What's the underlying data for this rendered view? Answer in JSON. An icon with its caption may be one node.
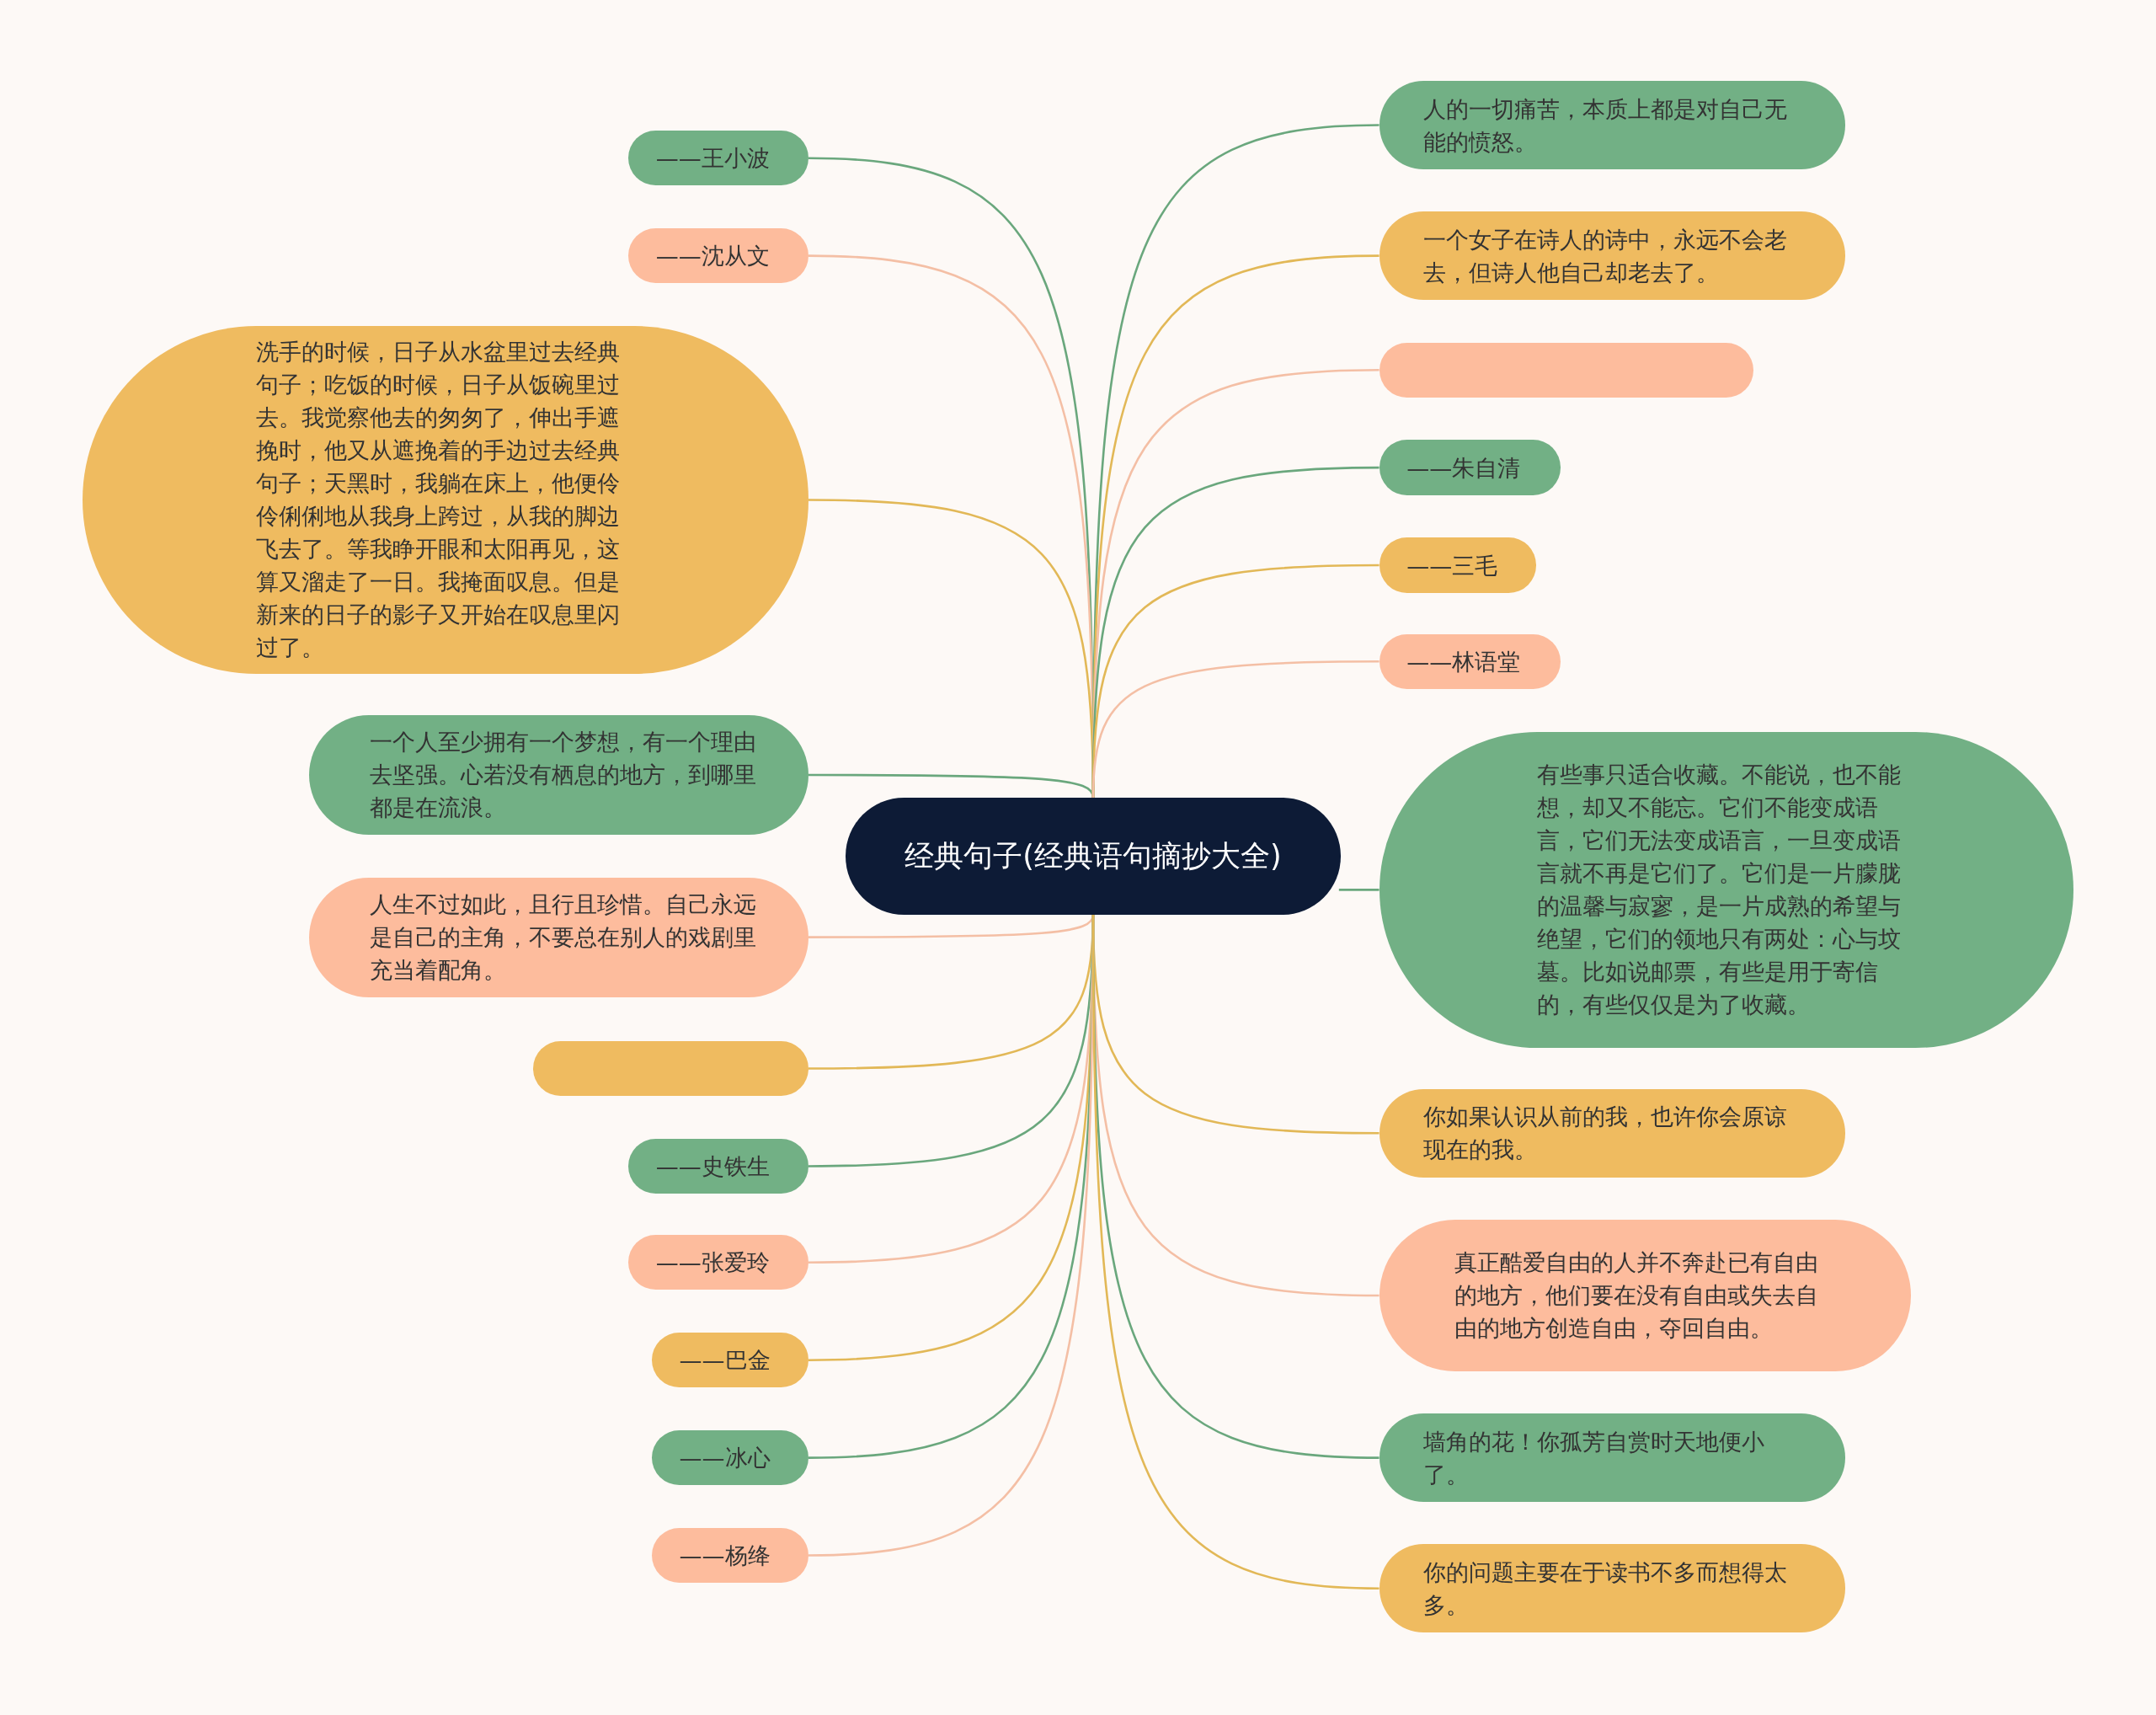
{
  "diagram": {
    "nodes": [
      {
        "text": [
          "经典句子(经典语句摘抄大全)"
        ]
      },
      {
        "text": [
          "——王小波"
        ]
      },
      {
        "text": [
          "——沈从文"
        ]
      },
      {
        "text": [
          "洗手的时候，日子从水盆里过去经典句子；吃饭的时候，日子从饭碗里过去。我觉察他去的匆匆了，伸出手遮挽时，他又从遮挽着的手边过去经典句子；天黑时，我躺在床上，他便伶伶俐俐地从我身上跨过，从我的脚边飞去了。等我睁开眼和太阳再见，这算又溜走了一日。我掩面叹息。但是新来的日子的影子又开始在叹息里闪过了。"
        ]
      },
      {
        "text": [
          "一个人至少拥有一个梦想，有一个理由去坚强。心若没有栖息的地方，到哪里都是在流浪。"
        ]
      },
      {
        "text": [
          "人生不过如此，且行且珍惜。自己永远是自己的主角，不要总在别人的戏剧里充当着配角。"
        ]
      },
      {
        "text": [],
        "shape": "box"
      },
      {
        "text": [
          "——史铁生"
        ]
      },
      {
        "text": [
          "——张爱玲"
        ]
      },
      {
        "text": [
          "——巴金"
        ]
      },
      {
        "text": [
          "——冰心"
        ]
      },
      {
        "text": [
          "——杨绛"
        ]
      },
      {
        "text": [
          "人的一切痛苦，本质上都是对自己无能的愤怒。"
        ]
      },
      {
        "text": [
          "一个女子在诗人的诗中，永远不会老去，但诗人他自己却老去了。"
        ]
      },
      {
        "text": [],
        "shape": "box"
      },
      {
        "text": [
          "——朱自清"
        ]
      },
      {
        "text": [
          "——三毛"
        ]
      },
      {
        "text": [
          "——林语堂"
        ]
      },
      {
        "text": [
          "有些事只适合收藏。不能说，也不能想，却又不能忘。它们不能变成语言，它们无法变成语言，一旦变成语言就不再是它们了。它们是一片朦胧的温馨与寂寥，是一片成熟的希望与绝望，它们的领地只有两处：心与坟墓。比如说邮票，有些是用于寄信的，有些仅仅是为了收藏。"
        ]
      },
      {
        "text": [
          "你如果认识从前的我，也许你会原谅现在的我。"
        ]
      },
      {
        "text": [
          "真正酷爱自由的人并不奔赴已有自由的地方，他们要在没有自由或失去自由的地方创造自由，夺回自由。"
        ]
      },
      {
        "text": [
          "墙角的花！你孤芳自赏时天地便小了。"
        ]
      },
      {
        "text": [
          "你的问题主要在于读书不多而想得太多。"
        ]
      }
    ],
    "edges": [
      {
        "from": 0,
        "to": 1,
        "arrow": "none",
        "color": "#6aa77d"
      },
      {
        "from": 0,
        "to": 2,
        "arrow": "none",
        "color": "#f4bfa5"
      },
      {
        "from": 0,
        "to": 3,
        "arrow": "none",
        "color": "#e2b857"
      },
      {
        "from": 0,
        "to": 4,
        "arrow": "none",
        "color": "#6aa77d"
      },
      {
        "from": 0,
        "to": 5,
        "arrow": "none",
        "color": "#f4bfa5"
      },
      {
        "from": 0,
        "to": 6,
        "arrow": "none",
        "color": "#e2b857"
      },
      {
        "from": 0,
        "to": 7,
        "arrow": "none",
        "color": "#6aa77d"
      },
      {
        "from": 0,
        "to": 8,
        "arrow": "none",
        "color": "#f4bfa5"
      },
      {
        "from": 0,
        "to": 9,
        "arrow": "none",
        "color": "#e2b857"
      },
      {
        "from": 0,
        "to": 10,
        "arrow": "none",
        "color": "#6aa77d"
      },
      {
        "from": 0,
        "to": 11,
        "arrow": "none",
        "color": "#f4bfa5"
      },
      {
        "from": 0,
        "to": 12,
        "arrow": "none",
        "color": "#6aa77d"
      },
      {
        "from": 0,
        "to": 13,
        "arrow": "none",
        "color": "#e2b857"
      },
      {
        "from": 0,
        "to": 14,
        "arrow": "none",
        "color": "#f4bfa5"
      },
      {
        "from": 0,
        "to": 15,
        "arrow": "none",
        "color": "#6aa77d"
      },
      {
        "from": 0,
        "to": 16,
        "arrow": "none",
        "color": "#e2b857"
      },
      {
        "from": 0,
        "to": 17,
        "arrow": "none",
        "color": "#f4bfa5"
      },
      {
        "from": 0,
        "to": 18,
        "arrow": "none",
        "color": "#6aa77d"
      },
      {
        "from": 0,
        "to": 19,
        "arrow": "none",
        "color": "#e2b857"
      },
      {
        "from": 0,
        "to": 20,
        "arrow": "none",
        "color": "#f4bfa5"
      },
      {
        "from": 0,
        "to": 21,
        "arrow": "none",
        "color": "#6aa77d"
      },
      {
        "from": 0,
        "to": 22,
        "arrow": "none",
        "color": "#e2b857"
      }
    ]
  }
}
